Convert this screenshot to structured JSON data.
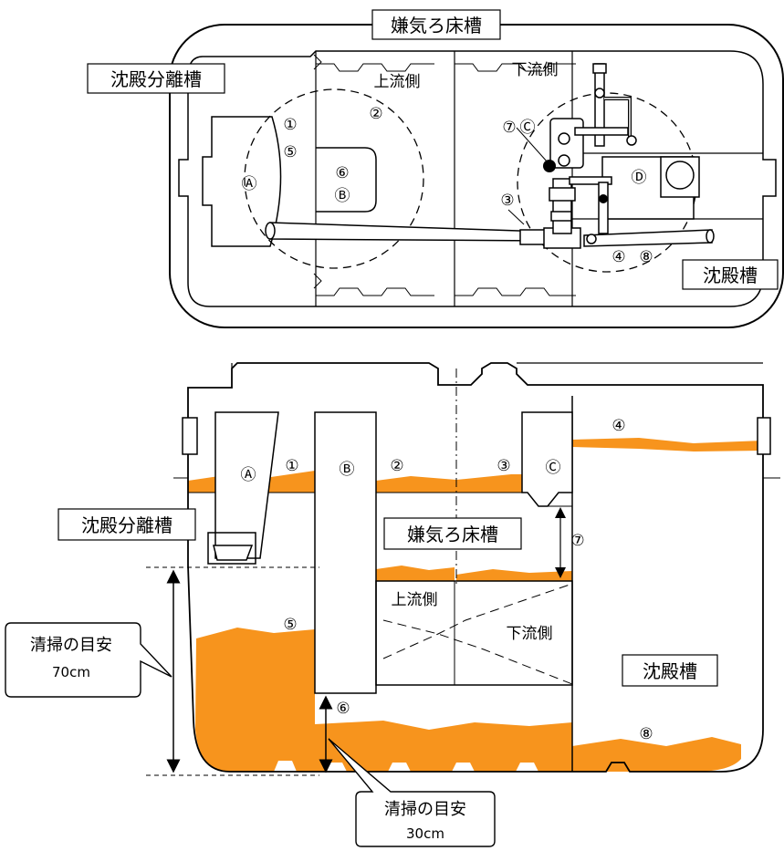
{
  "top_view": {
    "title": "嫌気ろ床槽",
    "left_tank": "沈殿分離槽",
    "right_tank": "沈殿槽",
    "upstream": "上流側",
    "downstream": "下流側",
    "markers": {
      "m1": "①",
      "m2": "②",
      "m3": "③",
      "m4": "④",
      "m5": "⑤",
      "m6": "⑥",
      "m7": "⑦",
      "m8": "⑧",
      "mA": "Ⓐ",
      "mB": "Ⓑ",
      "mC": "Ⓒ",
      "mD": "Ⓓ"
    }
  },
  "side_view": {
    "left_tank": "沈殿分離槽",
    "middle_tank": "嫌気ろ床槽",
    "right_tank": "沈殿槽",
    "upstream": "上流側",
    "downstream": "下流側",
    "markers": {
      "m1": "①",
      "m2": "②",
      "m3": "③",
      "m4": "④",
      "m5": "⑤",
      "m6": "⑥",
      "m7": "⑦",
      "m8": "⑧",
      "mA": "Ⓐ",
      "mB": "Ⓑ",
      "mC": "Ⓒ"
    },
    "callout_left": {
      "line1": "清掃の目安",
      "line2": "70cm"
    },
    "callout_bottom": {
      "line1": "清掃の目安",
      "line2": "30cm"
    }
  },
  "colors": {
    "sludge": "#f7941d",
    "line": "#000000",
    "background": "#ffffff"
  }
}
